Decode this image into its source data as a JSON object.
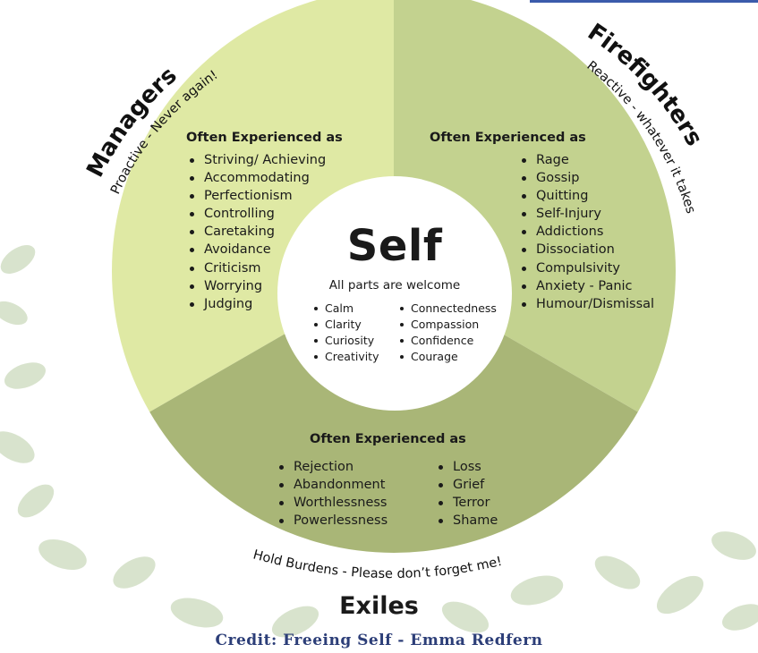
{
  "diagram": {
    "center": {
      "title": "Self",
      "subtitle": "All parts are welcome",
      "qualities_left": [
        "Calm",
        "Clarity",
        "Curiosity",
        "Creativity"
      ],
      "qualities_right": [
        "Connectedness",
        "Compassion",
        "Confidence",
        "Courage"
      ]
    },
    "managers": {
      "label": "Managers",
      "tagline": "Proactive - Never again!",
      "heading": "Often Experienced as",
      "items": [
        "Striving/  Achieving",
        "Accommodating",
        "Perfectionism",
        "Controlling",
        "Caretaking",
        "Avoidance",
        "Criticism",
        "Worrying",
        "Judging"
      ],
      "color": "#dfe9a4"
    },
    "firefighters": {
      "label": "Firefighters",
      "tagline": "Reactive - whatever it takes",
      "heading": "Often Experienced as",
      "items": [
        "Rage",
        "Gossip",
        "Quitting",
        "Self-Injury",
        "Addictions",
        "Dissociation",
        "Compulsivity",
        "Anxiety - Panic",
        "Humour/Dismissal"
      ],
      "color": "#c3d28f"
    },
    "exiles": {
      "label": "Exiles",
      "tagline": "Hold Burdens - Please don’t forget me!",
      "heading": "Often Experienced as",
      "items_left": [
        "Rejection",
        "Abandonment",
        "Worthlessness",
        "Powerlessness"
      ],
      "items_right": [
        "Loss",
        "Grief",
        "Terror",
        "Shame"
      ],
      "color": "#a9b677"
    },
    "credit": "Credit: Freeing Self - Emma Redfern"
  }
}
